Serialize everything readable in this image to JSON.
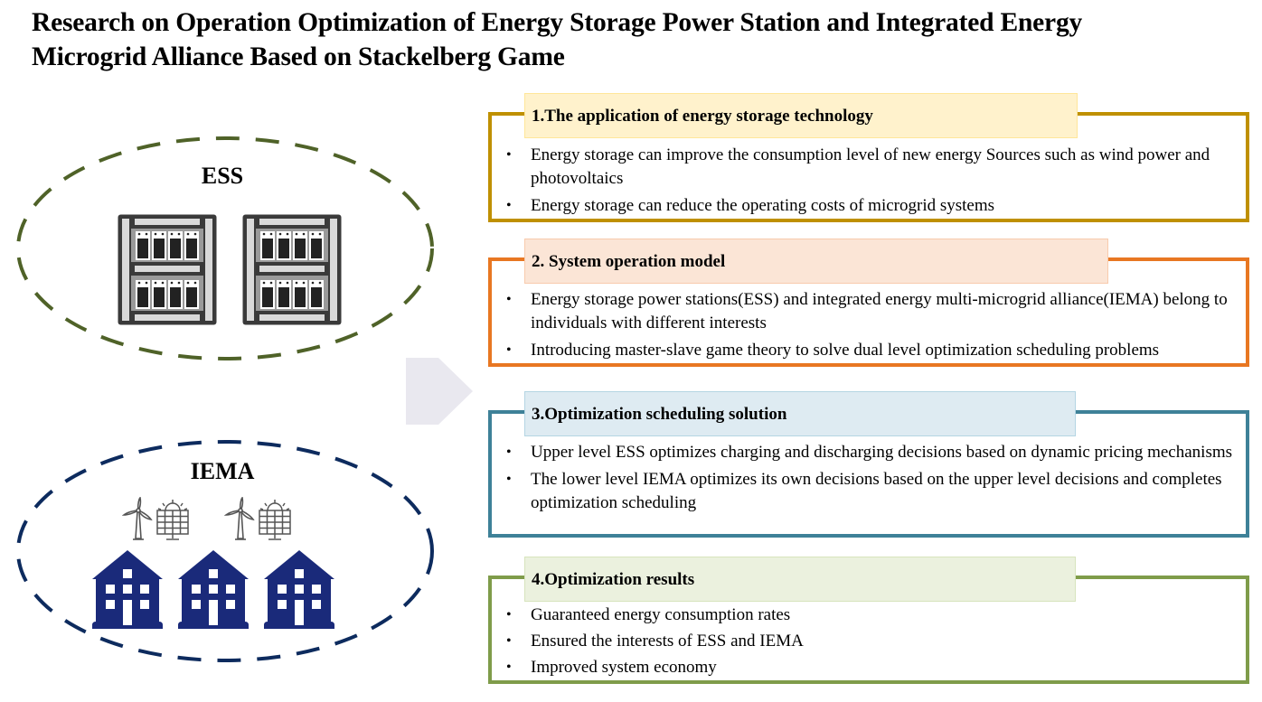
{
  "title": {
    "line1": "Research on Operation Optimization of Energy Storage Power Station and Integrated Energy",
    "line2": "Microgrid Alliance Based on Stackelberg Game"
  },
  "left": {
    "ess": {
      "label": "ESS",
      "border_color": "#4F6228",
      "icon": "battery-rack-icon",
      "icon_count": 2
    },
    "iema": {
      "label": "IEMA",
      "border_color": "#0D2B5E",
      "icons": [
        "wind-turbine-icon",
        "solar-panel-icon",
        "wind-turbine-icon",
        "solar-panel-icon"
      ],
      "building_icon": "building-icon",
      "building_count": 3,
      "building_color": "#1A2A7A"
    }
  },
  "arrow": {
    "icon": "chevron-right-arrow-icon",
    "color": "#E9E8EF"
  },
  "panels": [
    {
      "heading": "1.The application of energy storage technology",
      "border_color": "#BF9000",
      "header_bg": "#FFF2CC",
      "header_border": "#FFE699",
      "bullets": [
        "Energy storage can improve the consumption level of new energy Sources such as wind power and photovoltaics",
        "Energy storage can reduce the operating costs of microgrid systems"
      ]
    },
    {
      "heading": "2. System operation model",
      "border_color": "#E87722",
      "header_bg": "#FBE5D6",
      "header_border": "#F8CBAD",
      "bullets": [
        "Energy storage power stations(ESS) and integrated energy multi-microgrid alliance(IEMA) belong to individuals with different interests",
        "Introducing master-slave game theory to solve dual level optimization scheduling problems"
      ]
    },
    {
      "heading": "3.Optimization scheduling solution",
      "border_color": "#3E8198",
      "header_bg": "#DEEBF2",
      "header_border": "#B4D5E3",
      "bullets": [
        "Upper level ESS optimizes charging and discharging decisions based on dynamic pricing mechanisms",
        "The lower level IEMA optimizes its own decisions based on the upper level decisions and completes optimization scheduling"
      ]
    },
    {
      "heading": "4.Optimization results",
      "border_color": "#7F9C4A",
      "header_bg": "#EBF1DE",
      "header_border": "#D7E4BD",
      "bullets": [
        "Guaranteed energy consumption rates",
        "Ensured the interests of ESS and IEMA",
        "Improved system economy"
      ]
    }
  ],
  "bullet_glyph": "•"
}
